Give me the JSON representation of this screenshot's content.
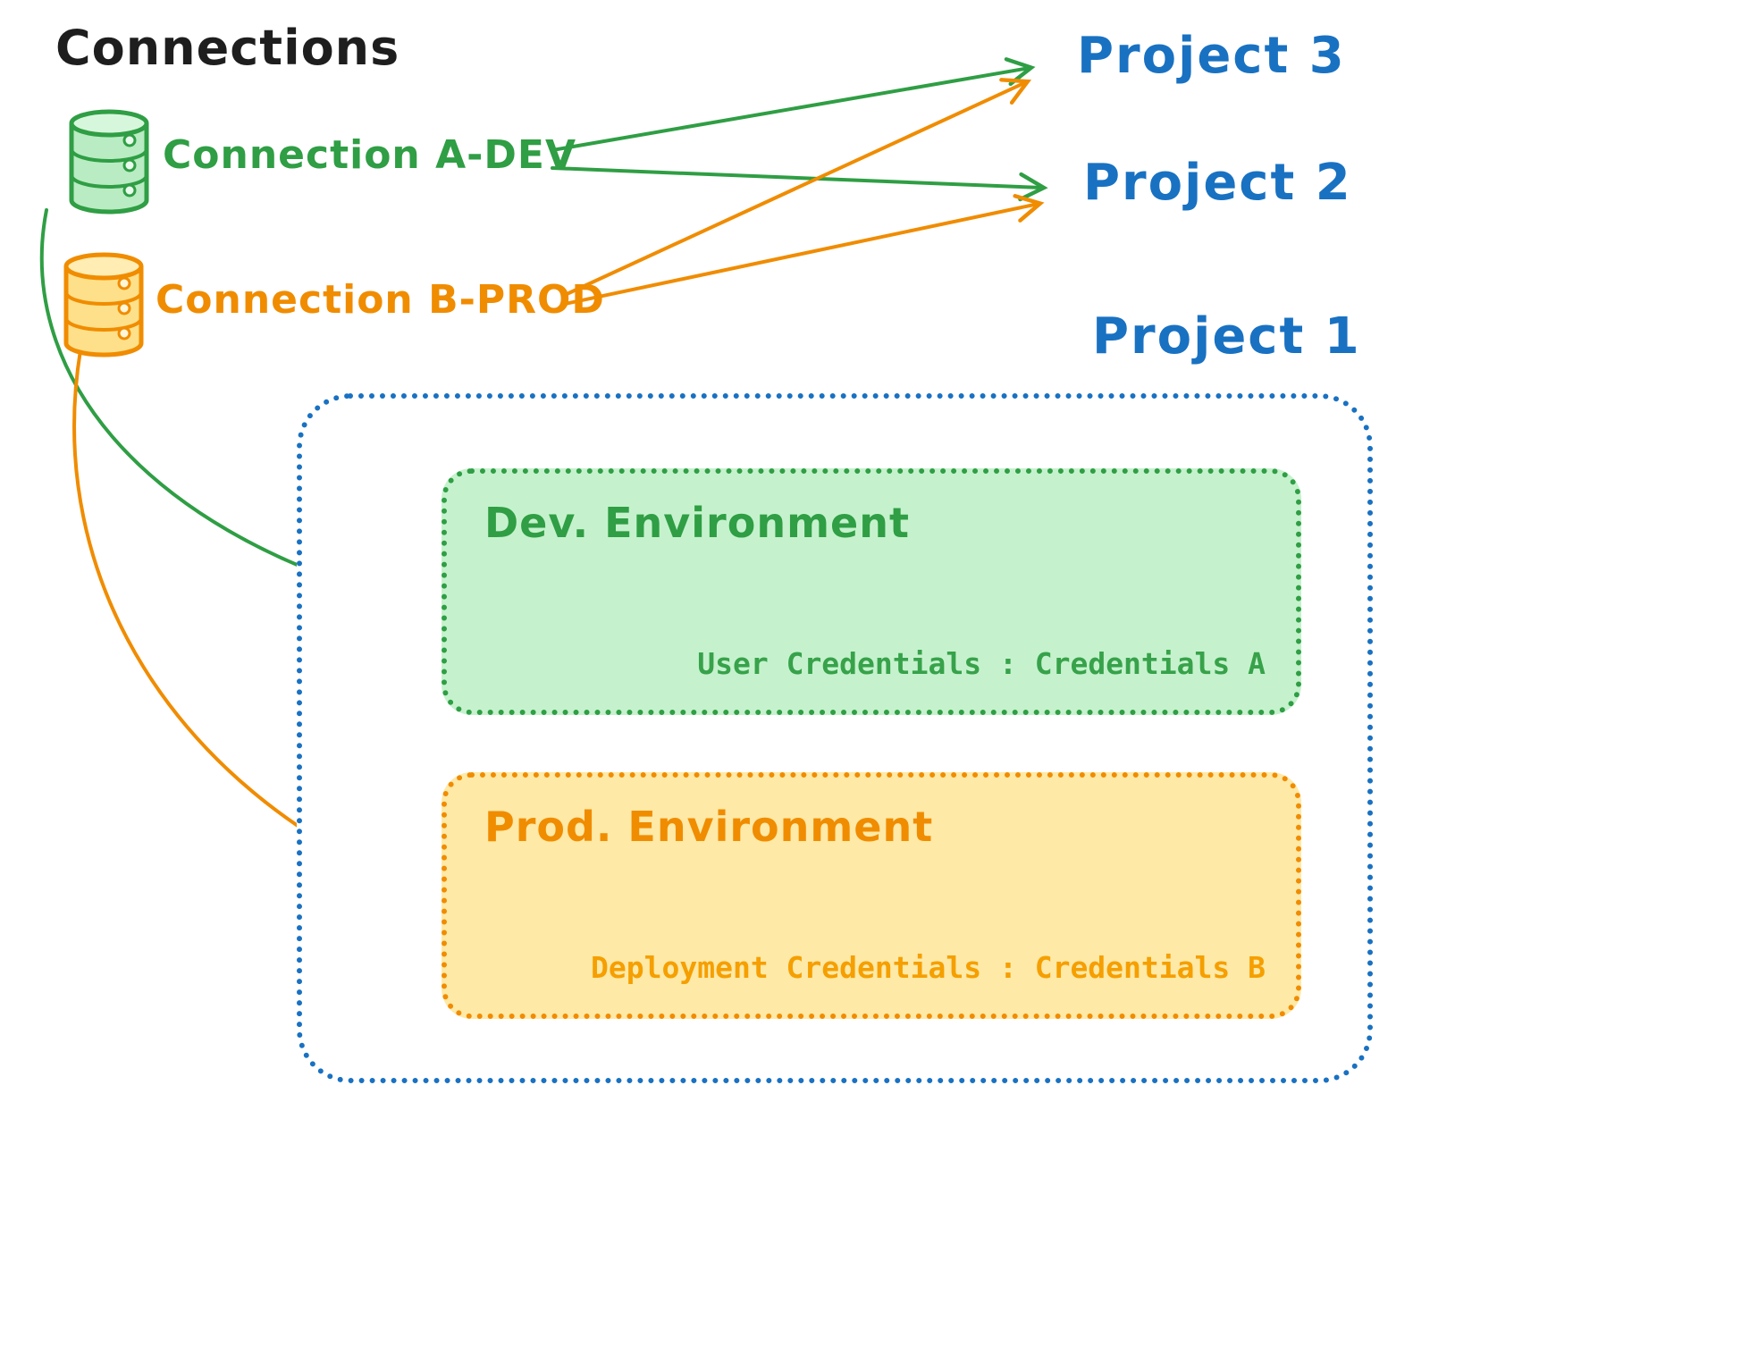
{
  "title": "Connections",
  "connections": [
    {
      "label": "Connection A-DEV",
      "color": "#2f9e44",
      "icon": "database-icon"
    },
    {
      "label": "Connection B-PROD",
      "color": "#f08c00",
      "icon": "database-icon"
    }
  ],
  "projects": [
    {
      "label": "Project 3"
    },
    {
      "label": "Project 2"
    },
    {
      "label": "Project 1"
    }
  ],
  "environments": [
    {
      "name": "Dev. Environment",
      "credentials_label": "User Credentials : Credentials A",
      "accent": "#2f9e44",
      "fill": "#c5f2cd"
    },
    {
      "name": "Prod. Environment",
      "credentials_label": "Deployment Credentials : Credentials B",
      "accent": "#f08c00",
      "fill": "#ffe9a6"
    }
  ],
  "edges": [
    {
      "from": "Connection A-DEV",
      "to": "Project 3",
      "color": "#2f9e44"
    },
    {
      "from": "Connection A-DEV",
      "to": "Project 2",
      "color": "#2f9e44"
    },
    {
      "from": "Connection B-PROD",
      "to": "Project 3",
      "color": "#f08c00"
    },
    {
      "from": "Connection B-PROD",
      "to": "Project 2",
      "color": "#f08c00"
    },
    {
      "from": "Connection A-DEV",
      "to": "Dev. Environment",
      "color": "#2f9e44"
    },
    {
      "from": "Connection B-PROD",
      "to": "Prod. Environment",
      "color": "#f08c00"
    }
  ],
  "colors": {
    "project_blue": "#1971c2",
    "green": "#2f9e44",
    "orange": "#f08c00",
    "title_black": "#1e1e1e"
  }
}
